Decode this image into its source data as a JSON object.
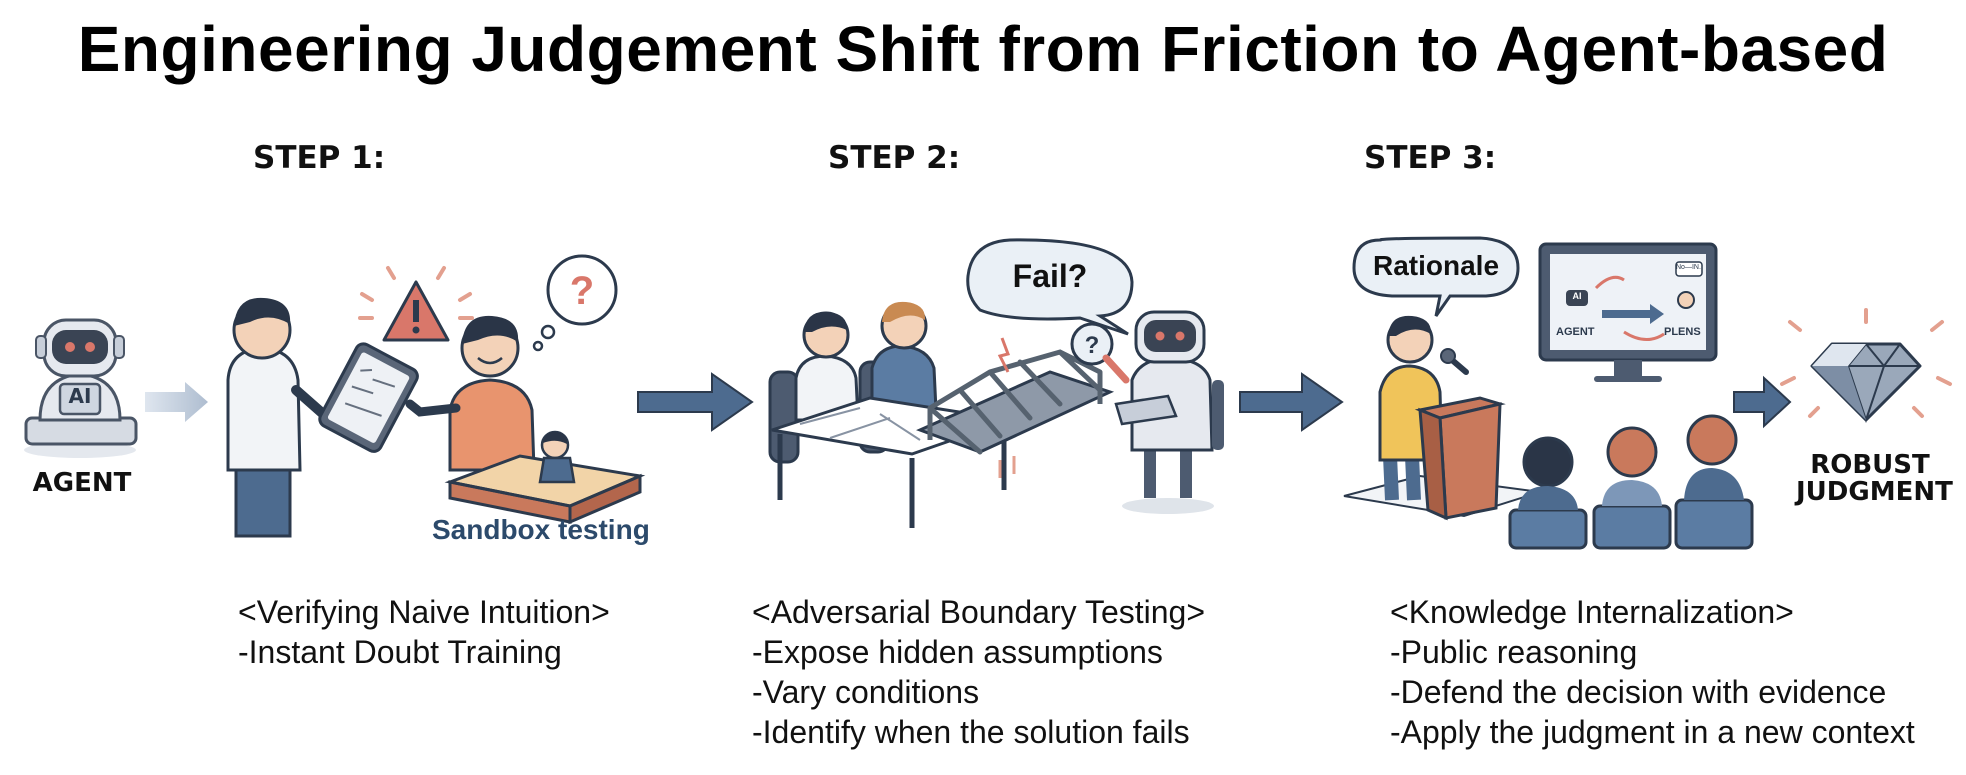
{
  "title": "Engineering Judgement Shift from Friction to Agent-based",
  "steps": [
    {
      "label": "STEP 1:",
      "heading": "<Verifying Naive Intuition>",
      "points": [
        "-Instant Doubt Training"
      ]
    },
    {
      "label": "STEP 2:",
      "heading": "<Adversarial Boundary Testing>",
      "points": [
        "-Expose hidden assumptions",
        "-Vary conditions",
        "-Identify when the solution fails"
      ]
    },
    {
      "label": "STEP 3:",
      "heading": "<Knowledge Internalization>",
      "points": [
        "-Public reasoning",
        "-Defend the decision with evidence",
        "-Apply the judgment in a new context"
      ]
    }
  ],
  "agent": {
    "label": "AGENT",
    "screen_text": "AI"
  },
  "sandbox_label": "Sandbox testing",
  "fail_bubble": "Fail?",
  "rationale_bubble": "Rationale",
  "monitor": {
    "left_label": "AGENT",
    "right_label": "PLENS",
    "robot_text": "AI",
    "note_text": "No—IN..."
  },
  "result": {
    "line1": "ROBUST",
    "line2": "JUDGMENT"
  },
  "colors": {
    "arrow": "#4d6b8f",
    "robot": "#e6e9ef",
    "alert": "#d9776a",
    "navy": "#2c4a6b"
  }
}
